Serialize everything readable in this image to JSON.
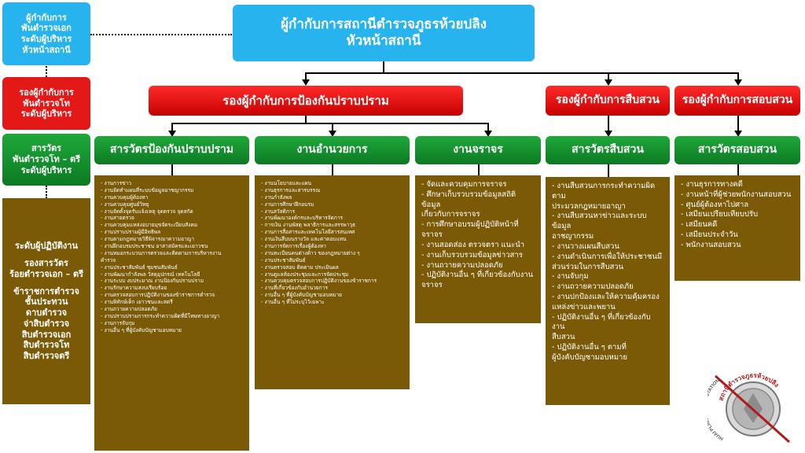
{
  "left": {
    "chief": "ผู้กำกับการ\nพันตำรวจเอก\nระดับผู้บริหาร\nหัวหน้าสถานี",
    "deputy": "รองผู้กำกับการ\nพันตำรวจโท\nระดับผู้บริหาร",
    "inspector": "สารวัตร\nพันตำรวจโท – ตรี\nระดับผู้บริหาร",
    "staff": [
      "ระดับผู้ปฏิบัติงาน",
      "",
      "รองสารวัตร",
      "ร้อยตำรวจเอก – ตรี",
      "",
      "ข้าราชการตำรวจ",
      "ชั้นประทวน",
      "ดาบตำรวจ",
      "จ่าสิบตำรวจ",
      "สิบตำรวจเอก",
      "สิบตำรวจโท",
      "สิบตำรวจตรี"
    ]
  },
  "top": {
    "line1": "ผู้กำกับการสถานีตำรวจภูธรห้วยปลิง",
    "line2": "หัวหน้าสถานี"
  },
  "deputies": {
    "prevention": "รองผู้กำกับการป้องกันปราบปราม",
    "investigation": "รองผู้กำกับการสืบสวน",
    "inquiry": "รองผู้กำกับการสอบสวน"
  },
  "units": {
    "prevention": "สารวัตรป้องกันปราบปราม",
    "admin": "งานอำนวยการ",
    "traffic": "งานจราจร",
    "investigation": "สารวัตรสืบสวน",
    "inquiry": "สารวัตรสอบสวน"
  },
  "lists": {
    "prevention": [
      "- งานการข่าว",
      "- งานจัดทำแผนที่ระบบข้อมูลอาชญากรรม",
      "- งานควบคุมผู้ต้องหา",
      "- งานควบคุมศูนย์วิทยุ",
      "- งานจัดตั้งจุดรับแจ้งเหตุ จุดตรวจ จุดสกัด",
      "- งานสายตรวจ",
      "- งานควบคุมแหล่งอบายมุขจัดระเบียบสังคม",
      "- งานปราบปรามผู้มีอิทธิพล",
      "- งานตามกฎหมายวิธีพิจารณาความอาญา",
      "- งานฝึกอบรมประชาชน อาสาสมัครและเยาวชน",
      "- งานหมอกระบวนการตรวจและติดตามการบริหารงาน",
      "  ตำรวจ",
      "- งานประชาสัมพันธ์ ชุมชนสัมพันธ์",
      "- งานพัฒนากำลังพล วัสดุอุปกรณ์ เทคโนโลยี",
      "- งานระบบ งบประมาณ งานป้องกันปราบปราม",
      "- งานรักษาความสงบเรียบร้อย",
      "- งานตรวจสอบการปฏิบัติงานของข้าราชการตำรวจ",
      "- งานพิทักษ์เด็ก เยาวชนและสตรี",
      "- งานถวายความปลอดภัย",
      "- งานปราบปรามการกระทำความผิดที่มีโทษทางอาญา",
      "- งานการจับกุม",
      "- งานอื่น ๆ ที่ผู้บังคับบัญชามอบหมาย"
    ],
    "admin": [
      "- งานนโยบายและแผน",
      "- งานธุรการและสารบรรณ",
      "- งานกำลังพล",
      "- งานการศึกษาฝึกอบรม",
      "- งานสวัสดิการ",
      "- งานพัฒนาองค์กรและบริหารจัดการ",
      "- การเงิน งานพัสดุ พลาธิการและสรรพาวุธ",
      "- งานการสื่อสารและเทคโนโลยีสารสนเทศ",
      "- งานเงินสืบบนรางวัล และค่าตอบแทน",
      "- งานการจัดการเรื่องผู้ต้องหา",
      "- งานทะเบียนคนต่างด้าว ของกฎหมายต่าง ๆ",
      "- งานประชาสัมพันธ์",
      "- งานตรวจสอบ ติดตาม ประเมินผล",
      "- งานดูแลห้องประชุมและการจัดประชุม",
      "- งานควบคุมตรวจสอบการปฏิบัติงานของข้าราชการ",
      "- งานที่เกี่ยวข้องกับอำนวยการ",
      "- งานอื่น ๆ ที่ผู้บังคับบัญชามอบหมาย",
      "- งานอื่น ๆ ที่ไม่ระบุไว้เฉพาะ"
    ],
    "traffic": [
      "- จัดและควบคุมการจราจร",
      "- ศึกษาเก็บรวบรวมข้อมูลสถิติข้อมูล",
      "  เกี่ยวกับการจราจร",
      "- การศึกษาอบรมผู้ปฏิบัติหน้าที่",
      "  จราจร",
      "- งานสอดส่อง ตรวจตรา แนะนำ",
      "- งานเก็บรวบรวมข้อมูลข่าวสาร",
      "- งานถวายความปลอดภัย",
      "- ปฏิบัติงานอื่น ๆ ที่เกี่ยวข้องกับงาน",
      "  จราจร"
    ],
    "investigation": [
      "- งานสืบสวนการกระทำความผิดตาม",
      "  ประมวลกฎหมายอาญา",
      "- งานสืบสวนหาข่าวและระบบข้อมูล",
      "  อาชญากรรม",
      "- งานวางแผนสืบสวน",
      "- งานดำเนินการเพื่อให้ประชาชนมี",
      "  ส่วนร่วมในการสืบสวน",
      "- งานจับกุม",
      "- งานถวายความปลอดภัย",
      "- งานปกป้องและให้ความคุ้มครอง",
      "  แหล่งข่าวและพยาน",
      "- ปฏิบัติงานอื่น ๆ ที่เกี่ยวข้องกับงาน",
      "  สืบสวน",
      "- ปฏิบัติงานอื่น ๆ ตามที่",
      "  ผู้บังคับบัญชามอบหมาย"
    ],
    "inquiry": [
      "- งานธุรการทางคดี",
      "- งานหน้าที่ผู้ช่วยพนักงานสอบสวน",
      "- ศูนย์ผู้ต้องหาไปศาล",
      "- เสมียนเปรียบเทียบปรับ",
      "- เสมียนคดี",
      "- เสมียนประจำวัน",
      "- พนักงานสอบสวน"
    ]
  },
  "seal": {
    "top_text": "สถานีตำรวจภูธรห้วยปลิง",
    "bottom_text": "HUAI PLING POLICE STATION"
  },
  "colors": {
    "sky": "#27b4ee",
    "red": "#e51818",
    "green": "#138d2d",
    "olive": "#7a5a06"
  }
}
